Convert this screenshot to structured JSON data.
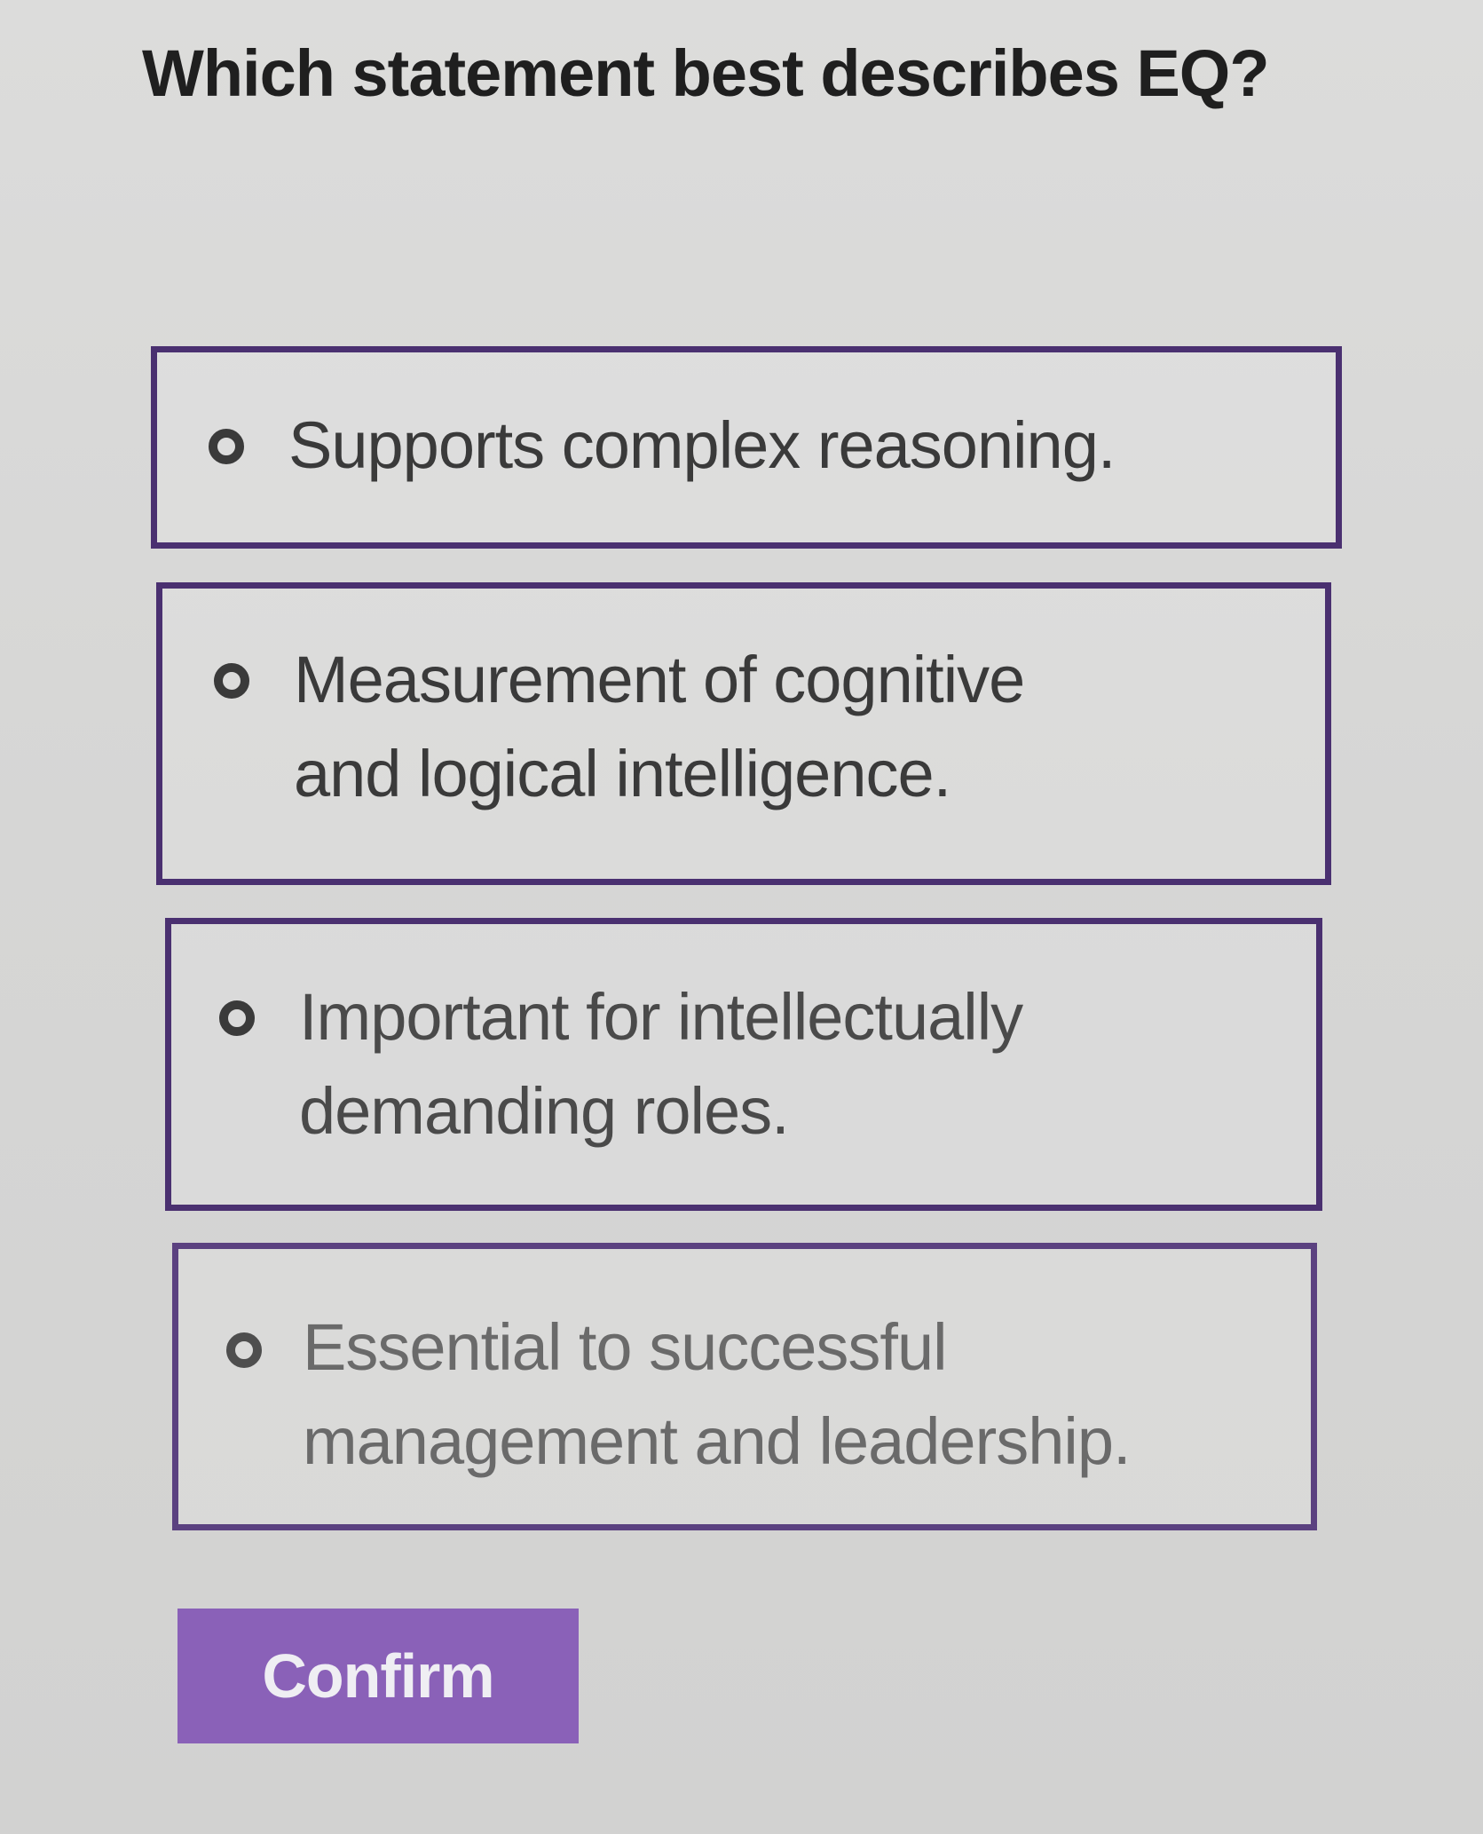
{
  "question": "Which statement best describes EQ?",
  "options": [
    {
      "label": "Supports complex reasoning."
    },
    {
      "label": "Measurement of cognitive and logical intelligence."
    },
    {
      "label": "Important for intellectually demanding roles."
    },
    {
      "label": "Essential to successful management and leadership."
    }
  ],
  "confirm_label": "Confirm",
  "colors": {
    "option_border": "#4a3070",
    "confirm_button": "#8a61b8",
    "background": "#d8d8d6"
  }
}
